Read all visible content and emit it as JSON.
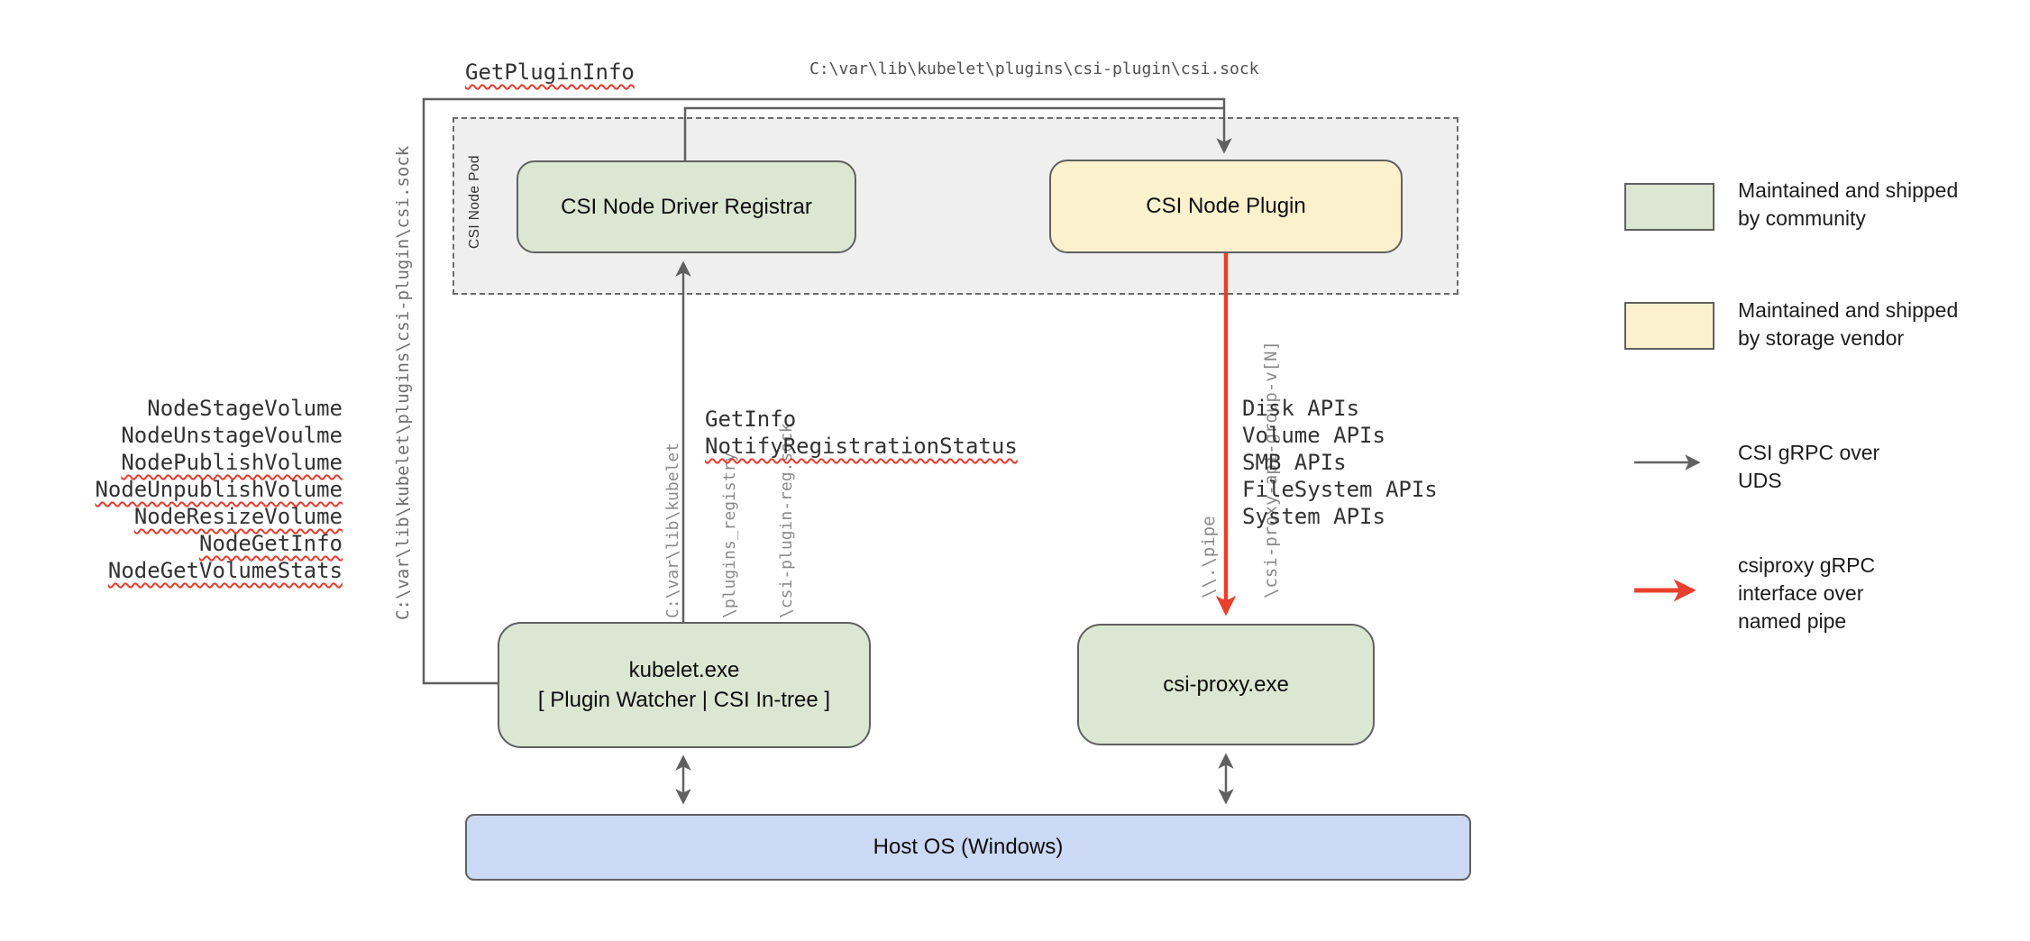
{
  "colors": {
    "community_green": "#dbe7d2",
    "vendor_yellow": "#fbf1cc",
    "host_blue": "#cbd9f4",
    "pod_fill": "#efefef",
    "line_gray": "#606060",
    "arrow_red": "#e8402d",
    "squiggle_red": "#e33b2e"
  },
  "nodes": {
    "pod_label": "CSI Node Pod",
    "registrar": "CSI Node Driver Registrar",
    "plugin": "CSI Node Plugin",
    "kubelet_title": "kubelet.exe",
    "kubelet_subtitle": "[ Plugin Watcher | CSI In-tree ]",
    "csi_proxy": "csi-proxy.exe",
    "host_os": "Host OS (Windows)"
  },
  "connections": {
    "get_plugin_info": "GetPluginInfo",
    "csi_sock_path_top": "C:\\var\\lib\\kubelet\\plugins\\csi-plugin\\csi.sock",
    "csi_sock_path_left": "C:\\var\\lib\\kubelet\\plugins\\csi-plugin\\csi.sock",
    "registration_socket_lines": [
      "C:\\var\\lib\\kubelet",
      "\\plugins_registry",
      "\\csi-plugin-reg.sock"
    ],
    "registrar_calls": [
      "GetInfo",
      "NotifyRegistrationStatus"
    ],
    "named_pipe_lines": [
      "\\\\.\\pipe",
      "\\csi-proxy-api-group-v[N]"
    ],
    "node_calls": [
      "NodeStageVolume",
      "NodeUnstageVoulme",
      "NodePublishVolume",
      "NodeUnpublishVolume",
      "NodeResizeVolume",
      "NodeGetInfo",
      "NodeGetVolumeStats"
    ],
    "csi_proxy_api_calls": [
      "Disk APIs",
      "Volume APIs",
      "SMB APIs",
      "FileSystem APIs",
      "System APIs"
    ]
  },
  "legend": {
    "community": [
      "Maintained and shipped",
      "by community"
    ],
    "storage_vendor": [
      "Maintained and shipped",
      "by storage vendor"
    ],
    "uds_arrow": [
      "CSI gRPC over",
      "UDS"
    ],
    "named_pipe_arrow": [
      "csiproxy gRPC",
      "interface over",
      "named pipe"
    ]
  }
}
